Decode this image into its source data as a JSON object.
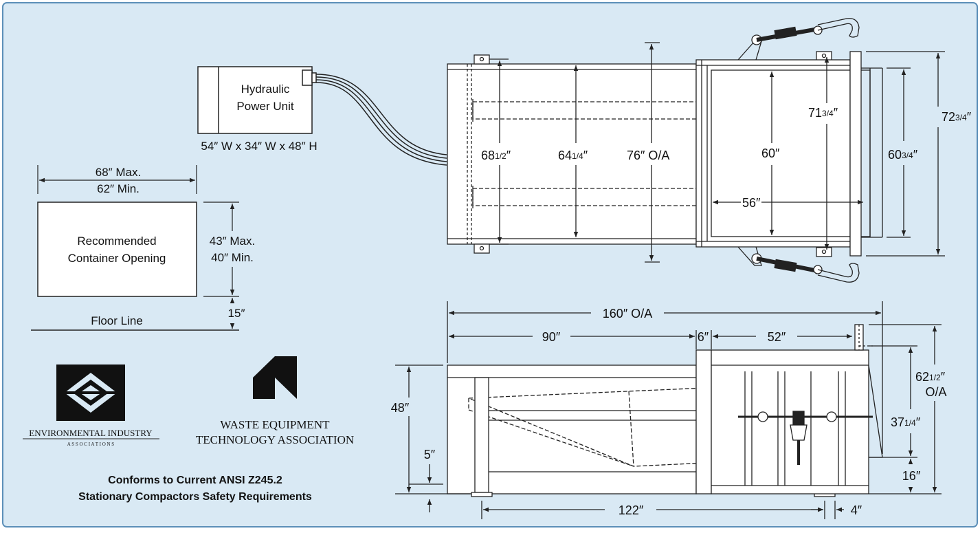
{
  "colors": {
    "panel_bg": "#d9e9f4",
    "panel_border": "#5c8fb8",
    "line": "#222222"
  },
  "hpu": {
    "line1": "Hydraulic",
    "line2": "Power Unit",
    "dims": "54″ W x 34″ W x 48″ H"
  },
  "container": {
    "line1": "Recommended",
    "line2": "Container Opening",
    "width_max": "68″ Max.",
    "width_min": "62″ Min.",
    "height_max": "43″ Max.",
    "height_min": "40″ Min.",
    "floor_gap": "15″",
    "floor_label": "Floor Line"
  },
  "logos": {
    "eia_line1": "ENVIRONMENTAL INDUSTRY",
    "eia_line2": "A S S O C I A T I O N S",
    "weta_line1": "WASTE EQUIPMENT",
    "weta_line2": "TECHNOLOGY ASSOCIATION"
  },
  "conformance": {
    "line1": "Conforms to Current ANSI Z245.2",
    "line2": "Stationary Compactors Safety Requirements"
  },
  "top_view": {
    "d1_whole": "68",
    "d1_frac": "1/2",
    "d1_unit": "″",
    "d2_whole": "64",
    "d2_frac": "1/4",
    "d2_unit": "″",
    "d3": "76″ O/A",
    "d4": "60″",
    "d5_whole": "71",
    "d5_frac": "3/4",
    "d5_unit": "″",
    "d6_whole": "60",
    "d6_frac": "3/4",
    "d6_unit": "″",
    "d7_whole": "72",
    "d7_frac": "3/4",
    "d7_unit": "″",
    "d8": "56″"
  },
  "side_view": {
    "overall": "160″ O/A",
    "d_90": "90″",
    "d_6": "6″",
    "d_52": "52″",
    "h_62_whole": "62",
    "h_62_frac": "1/2",
    "h_62_unit": "″",
    "h_oa": "O/A",
    "h_48": "48″",
    "h_5": "5″",
    "h_37_whole": "37",
    "h_37_frac": "1/4",
    "h_37_unit": "″",
    "h_16": "16″",
    "d_122": "122″",
    "d_4": "4″"
  }
}
